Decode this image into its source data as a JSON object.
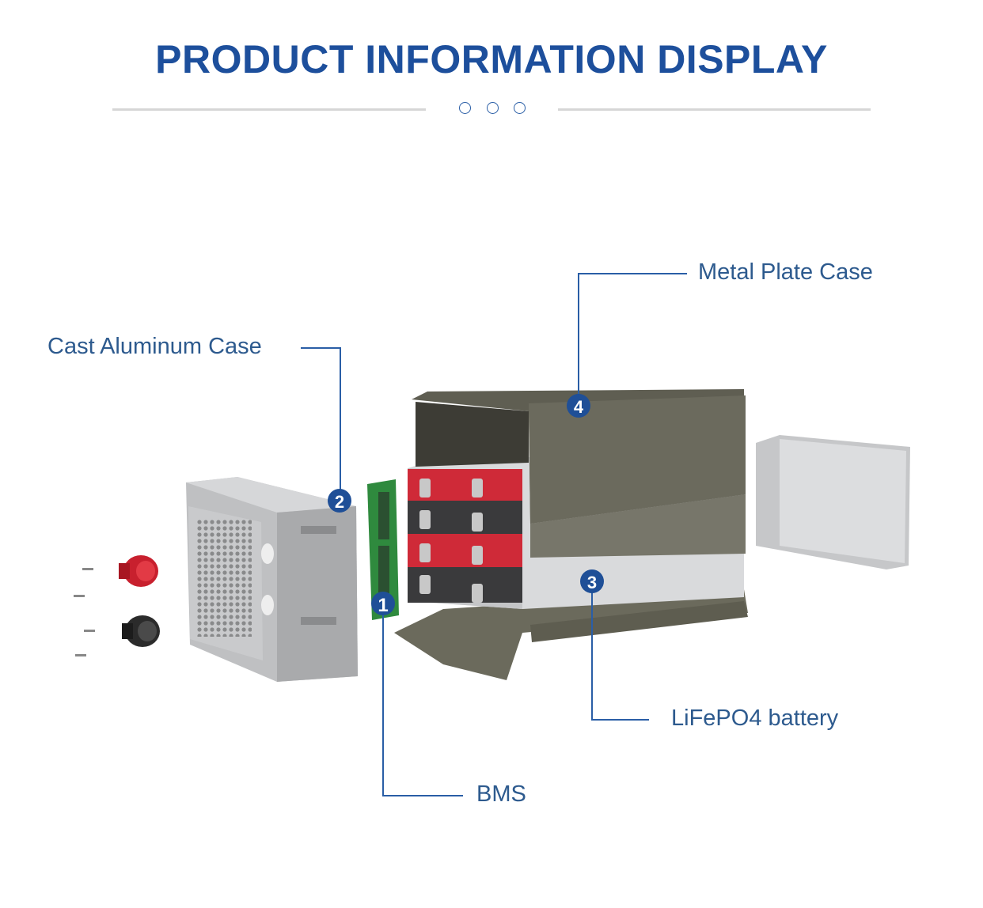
{
  "header": {
    "title": "PRODUCT INFORMATION DISPLAY"
  },
  "labels": {
    "metal_plate_case": "Metal Plate Case",
    "cast_aluminum_case": "Cast Aluminum Case",
    "bms": "BMS",
    "lifepo4_battery": "LiFePO4 battery"
  },
  "badges": [
    "1",
    "2",
    "3",
    "4"
  ],
  "colors": {
    "accent": "#1d4f9c",
    "label": "#2d5a8e",
    "leader_line": "#2a5ea6",
    "badge": "#1f4f97",
    "rule": "#d6d6d6"
  }
}
